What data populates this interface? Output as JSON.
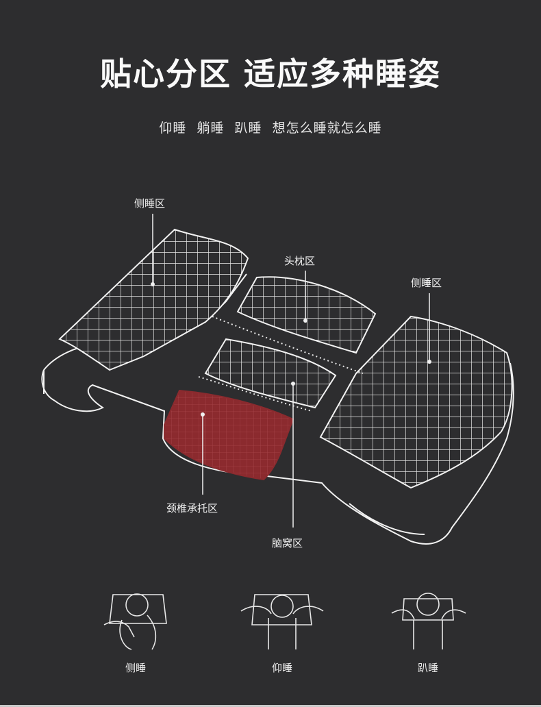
{
  "header": {
    "title": "贴心分区 适应多种睡姿",
    "subtitle_items": [
      "仰睡",
      "躺睡",
      "趴睡",
      "想怎么睡就怎么睡"
    ]
  },
  "zones": {
    "side_left": "侧睡区",
    "head": "头枕区",
    "side_right": "侧睡区",
    "neck": "颈椎承托区",
    "occiput": "脑窝区"
  },
  "positions": [
    {
      "label": "侧睡",
      "icon": "side-sleep-icon"
    },
    {
      "label": "仰睡",
      "icon": "back-sleep-icon"
    },
    {
      "label": "趴睡",
      "icon": "stomach-sleep-icon"
    }
  ],
  "colors": {
    "background": "#2d2d2f",
    "neck_zone": "#8b2a2e",
    "line": "#f2f2f2"
  }
}
